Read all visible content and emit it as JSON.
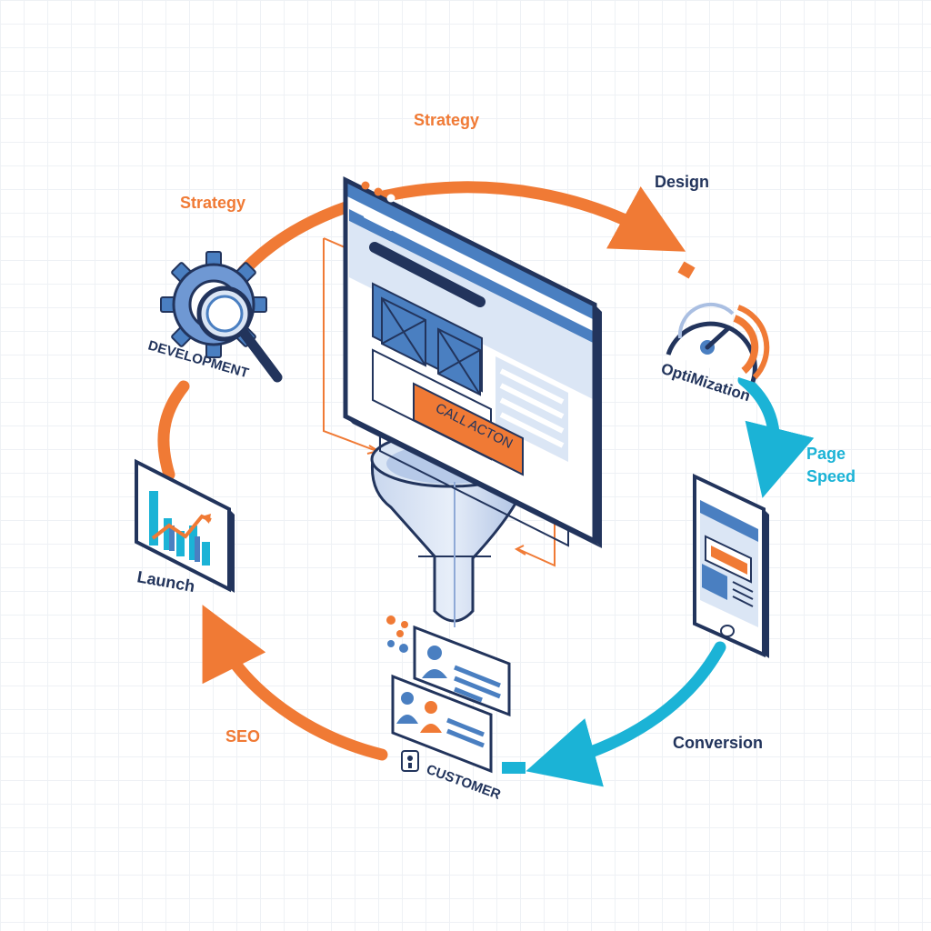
{
  "labels": {
    "strategy_top": "Strategy",
    "strategy_left": "Strategy",
    "design": "Design",
    "optimization": "OptiMization",
    "page_speed_line1": "Page",
    "page_speed_line2": "Speed",
    "conversion": "Conversion",
    "customer": "CUSTOMER",
    "seo": "SEO",
    "launch": "Launch",
    "development": "DEVELOPMENT"
  },
  "website": {
    "cta_label": "CALL ACTON"
  },
  "colors": {
    "orange": "#f07a35",
    "navy": "#22345c",
    "blue": "#4a7fc1",
    "cyan": "#1bb3d6",
    "light_blue": "#dbe6f5"
  }
}
